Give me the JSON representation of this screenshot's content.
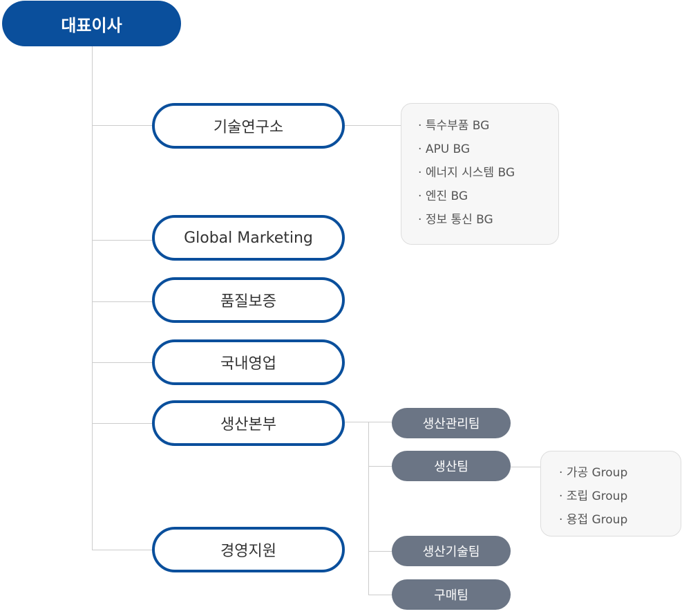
{
  "ceo": {
    "label": "대표이사"
  },
  "departments": [
    {
      "label": "기술연구소"
    },
    {
      "label": "Global Marketing"
    },
    {
      "label": "품질보증"
    },
    {
      "label": "국내영업"
    },
    {
      "label": "생산본부"
    },
    {
      "label": "경영지원"
    }
  ],
  "research_units": [
    "특수부품 BG",
    "APU BG",
    "에너지 시스템 BG",
    "엔진 BG",
    "정보 통신 BG"
  ],
  "production_teams": [
    {
      "label": "생산관리팀"
    },
    {
      "label": "생산팀"
    },
    {
      "label": "생산기술팀"
    },
    {
      "label": "구매팀"
    }
  ],
  "production_groups": [
    "가공 Group",
    "조립 Group",
    "용접 Group"
  ],
  "colors": {
    "primary": "#0a4f9c",
    "team": "#6b7585",
    "line": "#cccccc",
    "box_bg": "#f7f7f7"
  }
}
